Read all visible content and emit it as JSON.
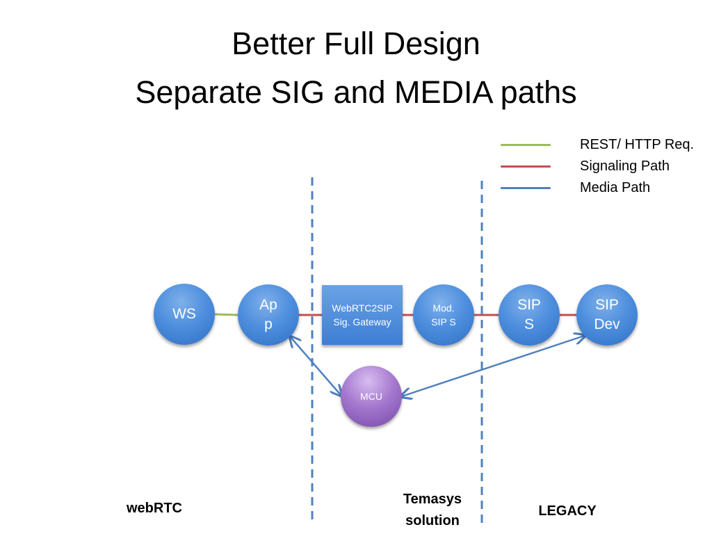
{
  "title": {
    "line1": "Better Full Design",
    "line2": "Separate SIG and MEDIA paths"
  },
  "legend": [
    {
      "label": "REST/ HTTP Req.",
      "color": "#9bbb59"
    },
    {
      "label": "Signaling Path",
      "color": "#c0504d"
    },
    {
      "label": "Media Path",
      "color": "#4f81bd"
    }
  ],
  "nodes": {
    "ws": "WS",
    "app": "Ap\np",
    "gateway": "WebRTC2SIP\nSig. Gateway",
    "mod": "Mod.\nSIP S",
    "sips": "SIP\nS",
    "sipdev": "SIP\nDev",
    "mcu": "MCU"
  },
  "zones": {
    "webrtc": "webRTC",
    "temasys": "Temasys\nsolution",
    "legacy": "LEGACY"
  },
  "colors": {
    "rest": "#9bbb59",
    "signaling": "#c0504d",
    "media": "#4f81bd",
    "divider": "#4f81bd"
  }
}
